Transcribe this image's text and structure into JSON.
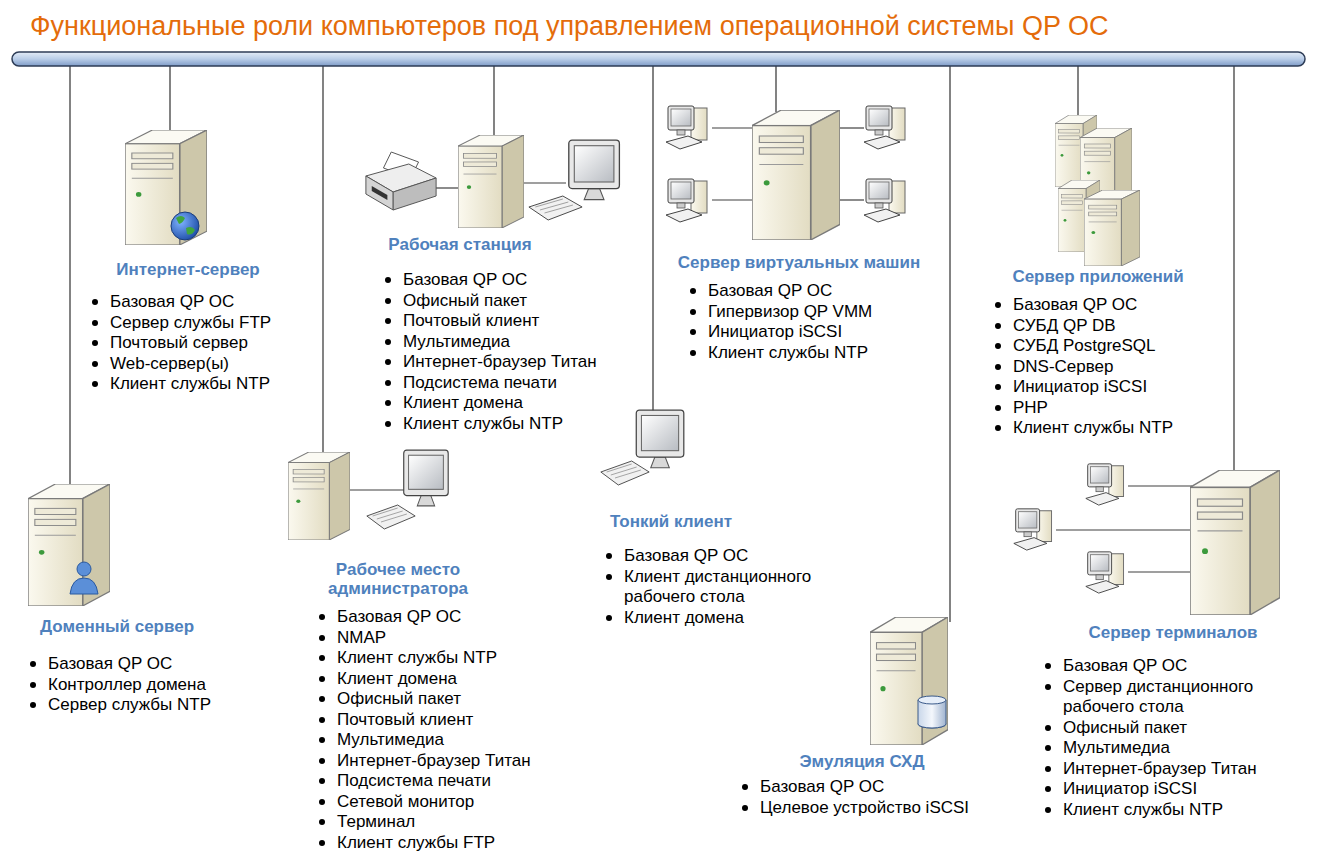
{
  "diagram": {
    "title": "Функциональные роли компьютеров под управлением операционной системы QP ОС",
    "nodes": [
      {
        "text": [
          "Интернет-сервер",
          "Базовая QP ОС",
          "Сервер службы FTP",
          "Почтовый сервер",
          "Web-сервер(ы)",
          "Клиент службы NTP"
        ]
      },
      {
        "text": [
          "Рабочая станция",
          "Базовая QP ОС",
          "Офисный пакет",
          "Почтовый клиент",
          "Мультимедиа",
          "Интернет-браузер Титан",
          "Подсистема печати",
          "Клиент домена",
          "Клиент службы NTP"
        ]
      },
      {
        "text": [
          "Сервер виртуальных машин",
          "Базовая QP ОС",
          "Гипервизор QP VMM",
          "Инициатор iSCSI",
          "Клиент службы NTP"
        ]
      },
      {
        "text": [
          "Сервер приложений",
          "Базовая QP ОС",
          "СУБД QP DB",
          "СУБД PostgreSQL",
          "DNS-Сервер",
          "Инициатор iSCSI",
          "PHP",
          "Клиент службы NTP"
        ]
      },
      {
        "text": [
          "Доменный сервер",
          "Базовая QP ОС",
          "Контроллер домена",
          "Сервер службы NTP"
        ]
      },
      {
        "text": [
          "Рабочее место администратора",
          "Базовая QP ОС",
          "NMAP",
          "Клиент службы NTP",
          "Клиент домена",
          "Офисный пакет",
          "Почтовый клиент",
          "Мультимедиа",
          "Интернет-браузер Титан",
          "Подсистема печати",
          "Сетевой монитор",
          "Терминал",
          "Клиент службы FTP"
        ]
      },
      {
        "text": [
          "Тонкий клиент",
          "Базовая QP ОС",
          "Клиент дистанционного рабочего стола",
          "Клиент домена"
        ]
      },
      {
        "text": [
          "Сервер терминалов",
          "Базовая QP ОС",
          "Сервер дистанционного рабочего стола",
          "Офисный пакет",
          "Мультимедиа",
          "Интернет-браузер Титан",
          "Инициатор iSCSI",
          "Клиент службы NTP"
        ]
      },
      {
        "text": [
          "Эмуляция СХД",
          "Базовая QP ОС",
          "Целевое устройство iSCSI"
        ]
      }
    ]
  }
}
